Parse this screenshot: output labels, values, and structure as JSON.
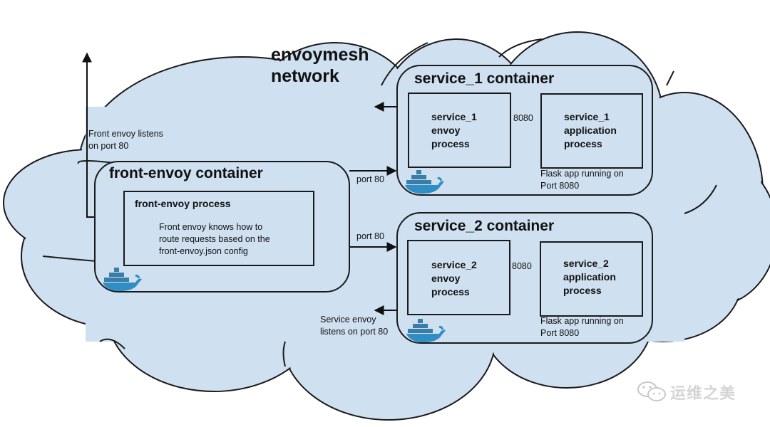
{
  "network": {
    "title": "envoymesh\nnetwork"
  },
  "front_envoy": {
    "container_title": "front-envoy container",
    "process_title": "front-envoy process",
    "process_desc": "Front envoy knows how to\nroute requests based on the\nfront-envoy.json config",
    "listen_note": "Front envoy listens\non port 80"
  },
  "service_1": {
    "container_title": "service_1 container",
    "envoy_process": "service_1\nenvoy\nprocess",
    "app_process": "service_1\napplication\nprocess",
    "port_label": "8080",
    "app_note": "Flask app running on\nPort 8080"
  },
  "service_2": {
    "container_title": "service_2 container",
    "envoy_process": "service_2\nenvoy\nprocess",
    "app_process": "service_2\napplication\nprocess",
    "port_label": "8080",
    "app_note": "Flask app running on\nPort 8080",
    "listen_note": "Service envoy\nlistens on port 80"
  },
  "links": {
    "to_service_1": "port 80",
    "to_service_2": "port 80"
  },
  "icons": {
    "container_icon": "docker-whale-icon",
    "watermark_icon": "wechat-icon"
  },
  "watermark": {
    "text": "运维之美"
  },
  "colors": {
    "cloud_fill": "#cfe0f0",
    "outline": "#1a1a1a",
    "whale": "#2f8fc4",
    "whale_containers": "#3a7ea8"
  }
}
